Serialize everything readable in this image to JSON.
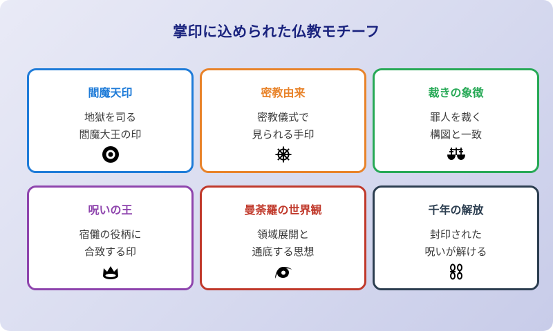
{
  "title": "掌印に込められた仏教モチーフ",
  "colors": {
    "title": "#1a237e",
    "background_start": "#e9eaf6",
    "background_end": "#c8cce9"
  },
  "cards": [
    {
      "title": "閻魔天印",
      "lines": [
        "地獄を司る",
        "閻魔大王の印"
      ],
      "icon": "target-icon",
      "color": "#1e7bd8"
    },
    {
      "title": "密教由来",
      "lines": [
        "密教儀式で",
        "見られる手印"
      ],
      "icon": "dharma-wheel-icon",
      "color": "#e8832a"
    },
    {
      "title": "裁きの象徴",
      "lines": [
        "罪人を裁く",
        "構図と一致"
      ],
      "icon": "scales-icon",
      "color": "#27a956"
    },
    {
      "title": "呪いの王",
      "lines": [
        "宿儺の役柄に",
        "合致する印"
      ],
      "icon": "crown-icon",
      "color": "#8e44ad"
    },
    {
      "title": "曼荼羅の世界観",
      "lines": [
        "領域展開と",
        "通底する思想"
      ],
      "icon": "cyclone-icon",
      "color": "#c0392b"
    },
    {
      "title": "千年の解放",
      "lines": [
        "封印された",
        "呪いが解ける"
      ],
      "icon": "chain-icon",
      "color": "#2c3e50"
    }
  ]
}
